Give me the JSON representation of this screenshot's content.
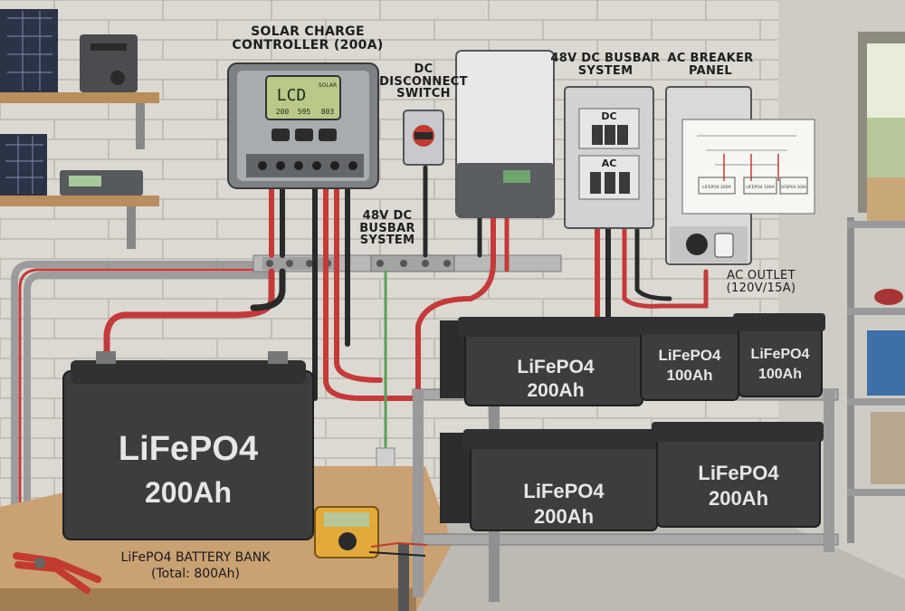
{
  "labels": {
    "solar_charge_controller": [
      "SOLAR CHARGE",
      "CONTROLLER (200A)"
    ],
    "dc_disconnect": [
      "DC",
      "DISCONNECT",
      "SWITCH"
    ],
    "busbar_top": [
      "48V DC BUSBAR",
      "SYSTEM"
    ],
    "ac_breaker": [
      "AC BREAKER",
      "PANEL"
    ],
    "busbar_mid": [
      "48V DC",
      "BUSBAR",
      "SYSTEM"
    ],
    "ac_outlet": [
      "AC OUTLET",
      "(120V/15A)"
    ],
    "battery_bank": [
      "LiFePO4 BATTERY BANK",
      "(Total: 800Ah)"
    ]
  },
  "controller_display": {
    "main": "LCD",
    "corner": "SOLAR",
    "row": [
      "200",
      "595",
      "803"
    ]
  },
  "breaker_sections": {
    "dc": "DC",
    "ac": "AC"
  },
  "batteries": [
    {
      "chemistry": "LiFePO4",
      "capacity": "200Ah"
    },
    {
      "chemistry": "LiFePO4",
      "capacity": "200Ah"
    },
    {
      "chemistry": "LiFePO4",
      "capacity": "100Ah"
    },
    {
      "chemistry": "LiFePO4",
      "capacity": "100Ah"
    },
    {
      "chemistry": "LiFePO4",
      "capacity": "200Ah"
    },
    {
      "chemistry": "LiFePO4",
      "capacity": "200Ah"
    }
  ],
  "diagram_sheet": {
    "boxes": [
      "LIFEPO4 200A",
      "LIFEPO4 100A",
      "LIFEPO4 100A"
    ]
  },
  "colors": {
    "wall": "#d9d6cf",
    "battery": "#3b3d3f",
    "cable_red": "#c43a3a",
    "cable_black": "#2a2a2a",
    "ground_green": "#5aa05a"
  }
}
